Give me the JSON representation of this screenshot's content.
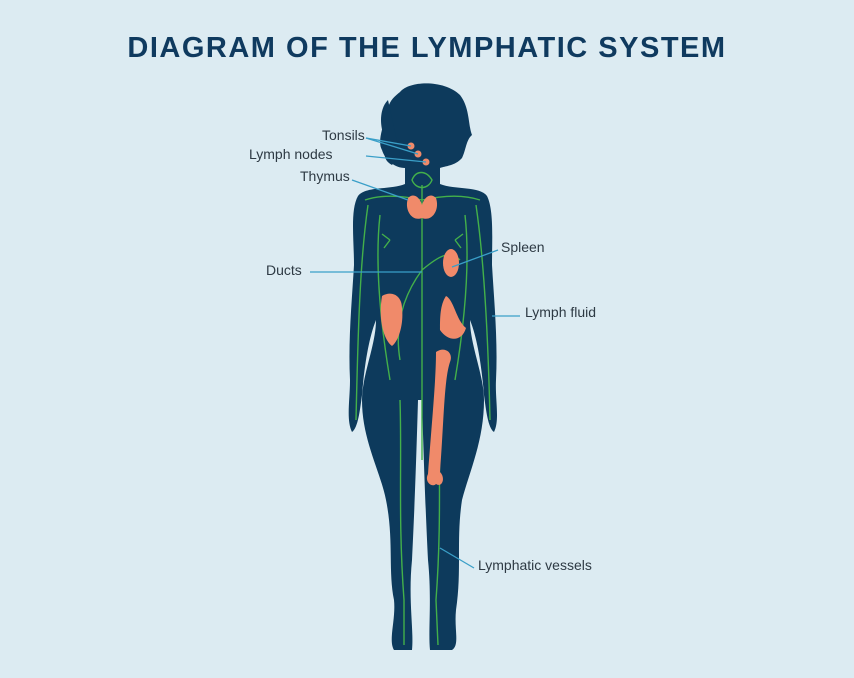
{
  "title": "DIAGRAM OF THE LYMPHATIC SYSTEM",
  "labels": {
    "tonsils": "Tonsils",
    "lymph_nodes": "Lymph nodes",
    "thymus": "Thymus",
    "ducts": "Ducts",
    "spleen": "Spleen",
    "lymph_fluid": "Lymph fluid",
    "lymphatic_vessels": "Lymphatic vessels"
  },
  "colors": {
    "background": "#dcebf2",
    "body": "#0d3a5c",
    "vessels": "#43b04a",
    "organs": "#f08a6a",
    "leader_lines": "#3a9fc8"
  }
}
